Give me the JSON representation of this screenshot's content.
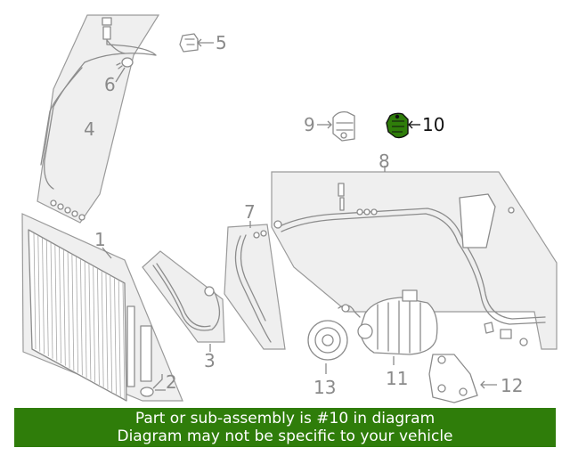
{
  "callouts": {
    "c1": "1",
    "c2": "2",
    "c3": "3",
    "c4": "4",
    "c5": "5",
    "c6": "6",
    "c7": "7",
    "c8": "8",
    "c9": "9",
    "c10": "10",
    "c11": "11",
    "c12": "12",
    "c13": "13"
  },
  "highlight": {
    "part_number": "10",
    "color": "#2f7d0a"
  },
  "banner": {
    "line1": "Part or sub-assembly is #10 in diagram",
    "line2": "Diagram may not be specific to your vehicle",
    "background": "#2f7d0a",
    "text_color": "#ffffff"
  }
}
